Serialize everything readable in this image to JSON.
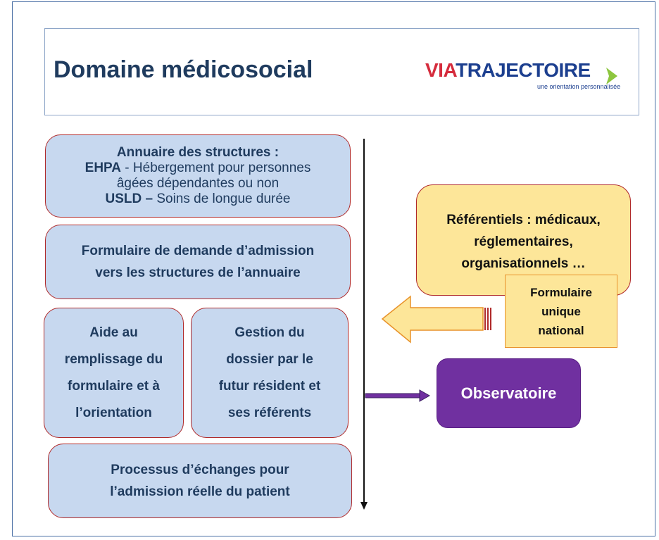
{
  "header": {
    "title": "Domaine médicosocial",
    "logo": {
      "part1": "VIA",
      "part2": "TRAJECTOIRE",
      "tagline": "une orientation personnalisée",
      "colors": {
        "via": "#d52b3c",
        "trajectoire": "#1c3f8f",
        "chevron": "#8dc63f"
      }
    }
  },
  "modules": {
    "annuaire": {
      "title": "Annuaire des structures :",
      "line1_bold": "EHPA",
      "line1_rest": " - Hébergement pour personnes",
      "line2": "âgées dépendantes ou non",
      "line3_bold": "USLD –",
      "line3_rest": " Soins de longue durée"
    },
    "formulaire": {
      "line1": "Formulaire de demande d’admission",
      "line2": "vers les structures de l’annuaire"
    },
    "aide": {
      "lines": [
        "Aide au",
        "remplissage du",
        "formulaire et à",
        "l’orientation"
      ]
    },
    "gestion": {
      "lines": [
        "Gestion du",
        "dossier par le",
        "futur résident et",
        "ses référents"
      ]
    },
    "processus": {
      "line1": "Processus d’échanges pour",
      "line2": "l’admission réelle  du patient"
    }
  },
  "side": {
    "referentiels": {
      "lines": [
        "Référentiels : médicaux,",
        "réglementaires,",
        "organisationnels  …"
      ]
    },
    "formulaire_unique": {
      "lines": [
        "Formulaire",
        "unique",
        "national"
      ]
    },
    "observatoire": "Observatoire"
  },
  "colors": {
    "box_fill": "#c7d8ef",
    "box_border": "#b02a2a",
    "text_dark": "#1f3b5e",
    "ref_fill": "#fde699",
    "observatoire_fill": "#7030a0"
  }
}
